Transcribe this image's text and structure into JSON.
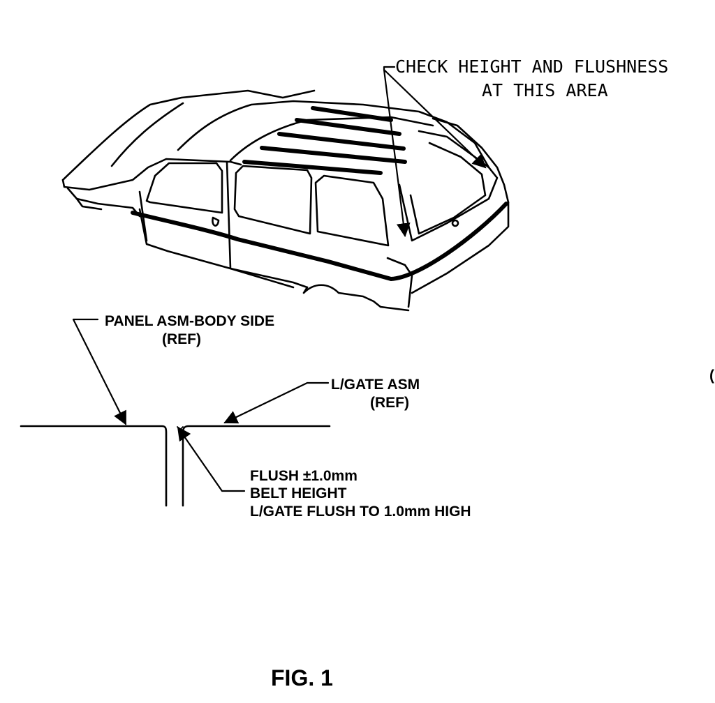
{
  "callout_top": {
    "line1": "CHECK HEIGHT AND FLUSHNESS",
    "line2": "AT THIS AREA"
  },
  "panel_label": {
    "line1": "PANEL ASM-BODY SIDE",
    "line2": "(REF)"
  },
  "lgate_label": {
    "line1": "L/GATE ASM",
    "line2": "(REF)"
  },
  "spec": {
    "line1": "FLUSH ±1.0mm",
    "line2": "BELT HEIGHT",
    "line3": "L/GATE FLUSH TO 1.0mm HIGH"
  },
  "margin_mark": "(",
  "figure_caption": "FIG. 1",
  "colors": {
    "ink": "#000000",
    "paper": "#ffffff"
  }
}
